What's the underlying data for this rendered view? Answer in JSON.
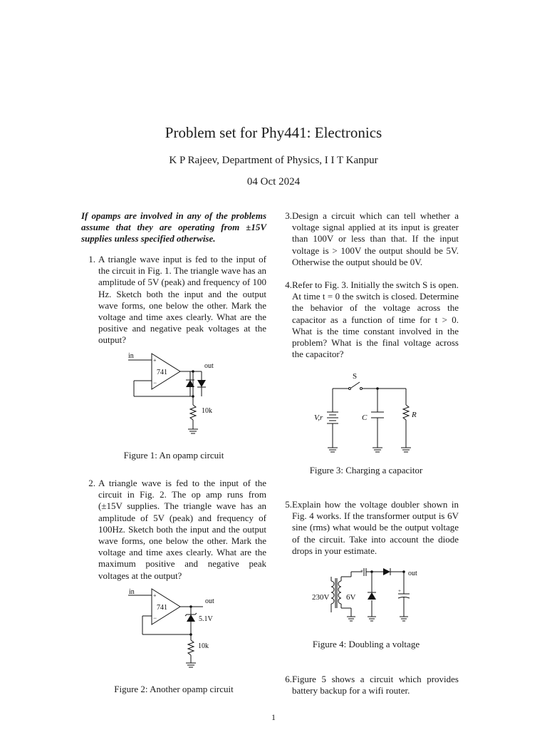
{
  "header": {
    "title": "Problem set for Phy441: Electronics",
    "author": "K P Rajeev, Department of Physics, I I T Kanpur",
    "date": "04 Oct 2024"
  },
  "note": "If opamps are involved in any of the problems assume that they are operating from ±15V supplies unless specified otherwise.",
  "problems": [
    {
      "num": "1.",
      "text": "A triangle wave input is fed to the input of the circuit in Fig. 1. The triangle wave has an amplitude of 5V (peak) and frequency of 100 Hz. Sketch both the input and the output wave forms, one below the other. Mark the voltage and time axes clearly. What are the positive and negative peak voltages at the output?"
    },
    {
      "num": "2.",
      "text": "A triangle wave is fed to the input of the circuit in Fig. 2. The op amp runs from (±15V supplies. The triangle wave has an amplitude of 5V (peak) and frequency of 100Hz. Sketch both the input and the output wave forms, one below the other. Mark the voltage and time axes clearly. What are the maximum positive and negative peak voltages at the output?"
    },
    {
      "num": "3.",
      "text": "Design a circuit which can tell whether a voltage signal applied at its input is greater than 100V or less than that. If the input voltage is > 100V the output should be 5V. Otherwise the output should be 0V."
    },
    {
      "num": "4.",
      "text": "Refer to Fig. 3. Initially the switch S is open. At time t = 0 the switch is closed. Determine the behavior of the voltage across the capacitor as a function of time for t > 0. What is the time constant involved in the problem? What is the final voltage across the capacitor?"
    },
    {
      "num": "5.",
      "text": "Explain how the voltage doubler shown in Fig. 4 works. If the transformer output is 6V sine (rms) what would be the output voltage of the circuit. Take into account the diode drops in your estimate."
    },
    {
      "num": "6.",
      "text": "Figure 5 shows a circuit which provides battery backup for a wifi router."
    }
  ],
  "figures": {
    "fig1": {
      "caption": "Figure 1: An opamp circuit",
      "in": "in",
      "opamp": "741",
      "out": "out",
      "resistor": "10k"
    },
    "fig2": {
      "caption": "Figure 2: Another opamp circuit",
      "in": "in",
      "opamp": "741",
      "out": "out",
      "zener": "5.1V",
      "resistor": "10k"
    },
    "fig3": {
      "caption": "Figure 3: Charging a capacitor",
      "switch": "S",
      "source": "V,r",
      "cap": "C",
      "res": "R"
    },
    "fig4": {
      "caption": "Figure 4: Doubling a voltage",
      "primary": "230V",
      "secondary": "6V",
      "out": "out"
    }
  },
  "page_number": "1"
}
